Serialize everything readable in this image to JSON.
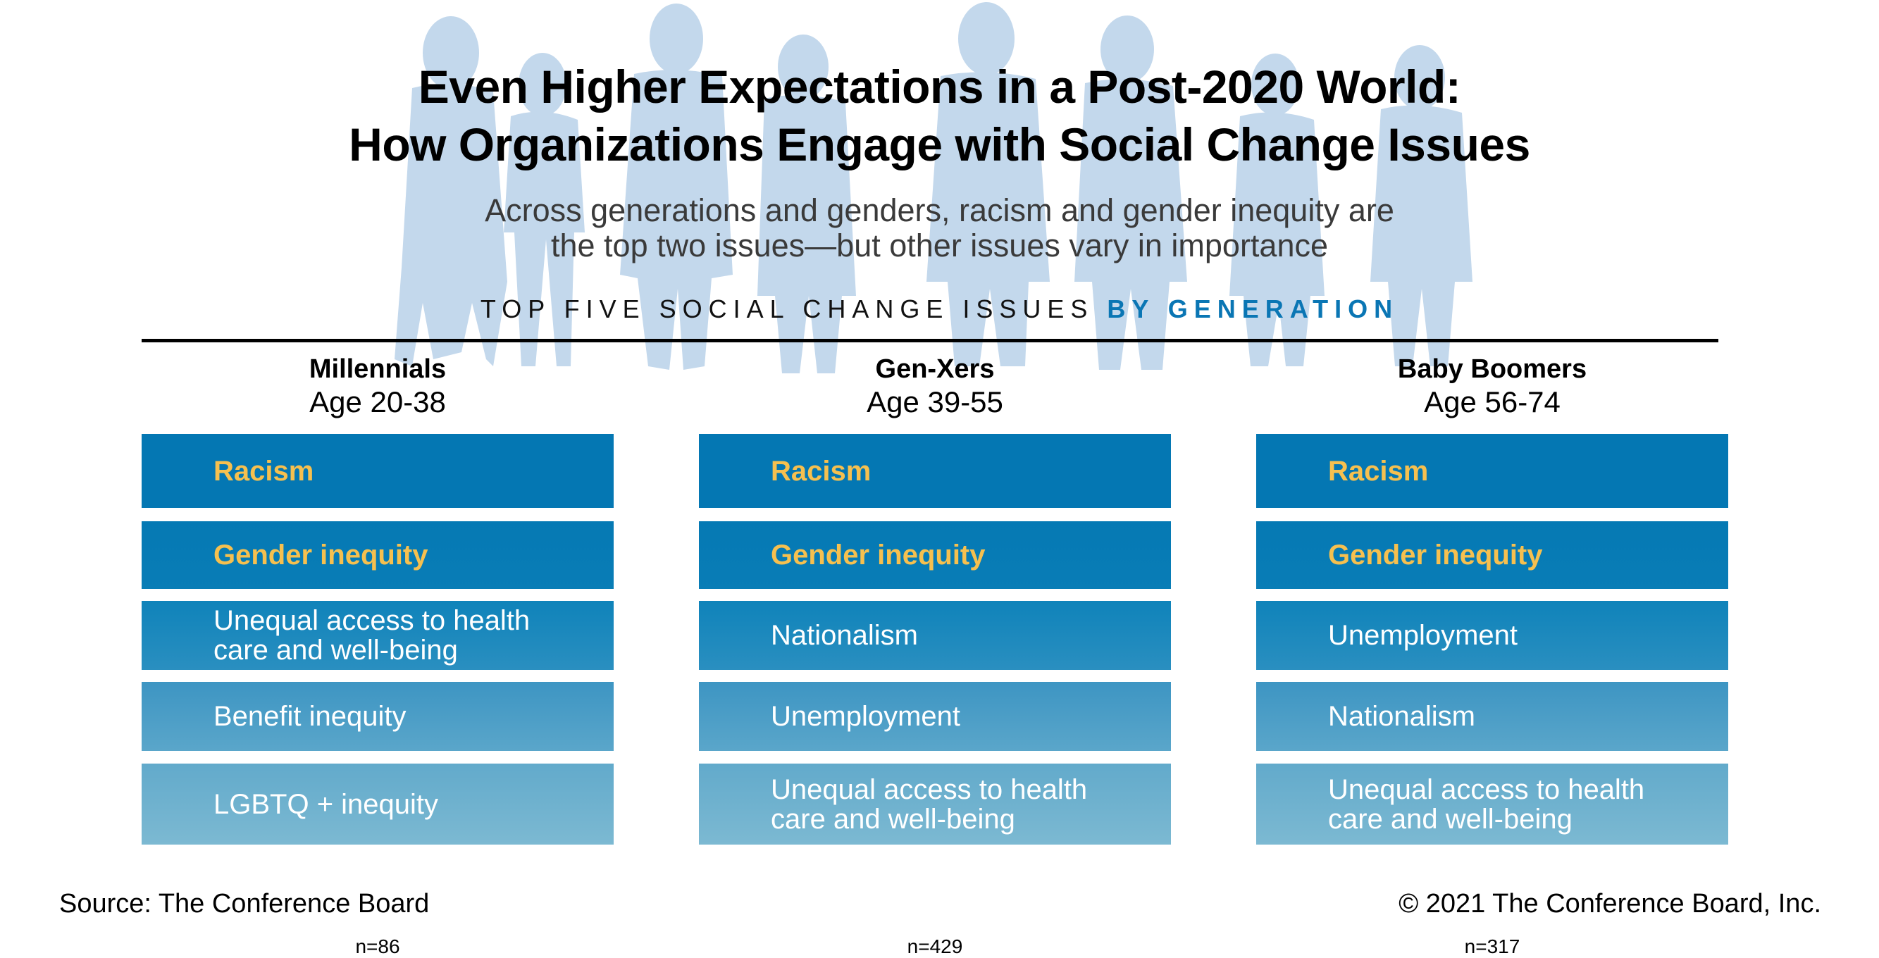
{
  "header": {
    "title_line1": "Even Higher Expectations in a Post-2020 World:",
    "title_line2": "How Organizations Engage with Social Change Issues",
    "subtitle_line1": "Across generations and genders, racism and gender inequity are",
    "subtitle_line2": "the top two issues—but other issues vary in importance",
    "section_heading_plain": "TOP FIVE SOCIAL CHANGE ISSUES ",
    "section_heading_accent": "BY GENERATION"
  },
  "colors": {
    "accent_blue": "#0a76b4",
    "top_issue_text": "#f6c04f",
    "row_dark": "#0477b3",
    "row_light": "#7cb9d2",
    "silhouette": "#c3d8ec"
  },
  "generations": [
    {
      "name": "Millennials",
      "age": "Age 20-38",
      "issues": [
        "Racism",
        "Gender inequity",
        "Unequal access to health care and well-being",
        "Benefit inequity",
        "LGBTQ + inequity"
      ],
      "n": "n=86"
    },
    {
      "name": "Gen-Xers",
      "age": "Age 39-55",
      "issues": [
        "Racism",
        "Gender inequity",
        "Nationalism",
        "Unemployment",
        "Unequal access to health care and well-being"
      ],
      "n": "n=429"
    },
    {
      "name": "Baby Boomers",
      "age": "Age 56-74",
      "issues": [
        "Racism",
        "Gender inequity",
        "Unemployment",
        "Nationalism",
        "Unequal access to health care and well-being"
      ],
      "n": "n=317"
    }
  ],
  "footer": {
    "source": "Source: The Conference Board",
    "copyright": "© 2021 The Conference Board, Inc."
  }
}
